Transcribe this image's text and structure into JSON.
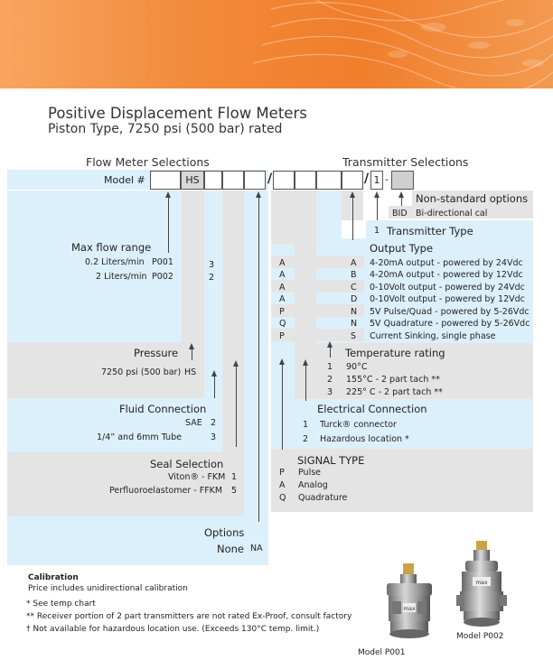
{
  "title": "Positive Displacement Flow Meters",
  "subtitle": "Piston Type, 7250 psi (500 bar) rated",
  "sections": {
    "flow_meter": "Flow Meter Selections",
    "transmitter": "Transmitter Selections"
  },
  "model_row": {
    "label": "Model #",
    "hs": "HS",
    "slash1": "/",
    "slash2": "/",
    "one": "1",
    "dash": "-"
  },
  "max_flow": {
    "title": "Max flow range",
    "rows": [
      {
        "label": "0.2 Liters/min",
        "code": "P001",
        "value": "3"
      },
      {
        "label": "2 Liters/min",
        "code": "P002",
        "value": "2"
      }
    ]
  },
  "pressure": {
    "title": "Pressure",
    "label": "7250 psi (500 bar)",
    "code": "HS"
  },
  "fluid": {
    "title": "Fluid Connection",
    "rows": [
      {
        "label": "SAE",
        "code": "2"
      },
      {
        "label": "1/4” and 6mm Tube",
        "code": "3"
      }
    ]
  },
  "seal": {
    "title": "Seal Selection",
    "rows": [
      {
        "label": "Viton® - FKM",
        "code": "1"
      },
      {
        "label": "Perfluoroelastomer - FFKM",
        "code": "5"
      }
    ]
  },
  "options": {
    "title": "Options",
    "label": "None",
    "code": "NA"
  },
  "nonstandard": {
    "title": "Non-standard options",
    "code": "BID",
    "label": "Bi-directional cal"
  },
  "transmitter_type": {
    "code": "1",
    "label": "Transmitter Type"
  },
  "output_type": {
    "title": "Output Type",
    "rows": [
      {
        "signal": "A",
        "code": "A",
        "label": "4-20mA output - powered by 24Vdc"
      },
      {
        "signal": "A",
        "code": "B",
        "label": "4-20mA output - powered by 12Vdc"
      },
      {
        "signal": "A",
        "code": "C",
        "label": "0-10Volt output - powered by 24Vdc"
      },
      {
        "signal": "A",
        "code": "D",
        "label": "0-10Volt output - powered by 12Vdc"
      },
      {
        "signal": "P",
        "code": "N",
        "label": "5V Pulse/Quad - powered by 5-26Vdc"
      },
      {
        "signal": "Q",
        "code": "N",
        "label": "5V Quadrature - powered by 5-26Vdc"
      },
      {
        "signal": "P",
        "code": "S",
        "label": "Current Sinking, single phase"
      }
    ]
  },
  "temperature": {
    "title": "Temperature rating",
    "rows": [
      {
        "code": "1",
        "label": "90°C"
      },
      {
        "code": "2",
        "label": "155°C - 2 part tach **"
      },
      {
        "code": "3",
        "label": "225° C - 2 part tach **"
      }
    ]
  },
  "electrical": {
    "title": "Electrical Connection",
    "rows": [
      {
        "code": "1",
        "label": "Turck® connector"
      },
      {
        "code": "2",
        "label": "Hazardous location *"
      }
    ]
  },
  "signal_type": {
    "title": "SIGNAL TYPE",
    "rows": [
      {
        "code": "P",
        "label": "Pulse"
      },
      {
        "code": "A",
        "label": "Analog"
      },
      {
        "code": "Q",
        "label": "Quadrature"
      }
    ]
  },
  "notes": {
    "calibration_title": "Calibration",
    "calibration_text": "Price includes unidirectional calibration",
    "note1": "* See temp chart",
    "note2": "** Receiver portion of 2 part transmitters are not rated Ex-Proof, consult factory",
    "note3": "† Not available for hazardous location use. (Exceeds 130°C temp. limit.)"
  },
  "photos": {
    "p001": "Model P001",
    "p002": "Model P002",
    "brand": "max"
  },
  "colors": {
    "header": "#f07e2b",
    "light_blue": "#dcf0fb",
    "light_gray": "#e4e4e4"
  }
}
